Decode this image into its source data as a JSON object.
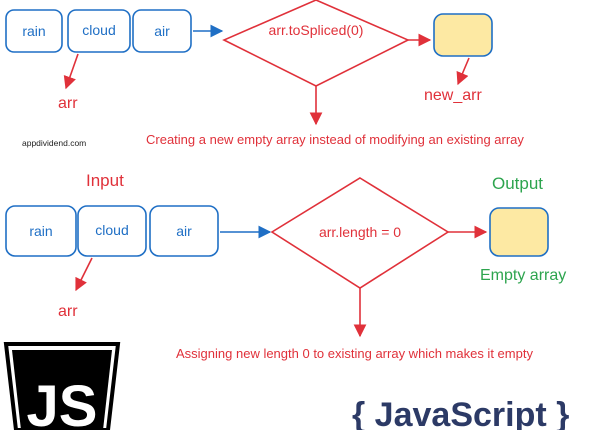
{
  "top_diagram": {
    "input_items": [
      "rain",
      "cloud",
      "air"
    ],
    "input_label": "arr",
    "operation": "arr.toSpliced(0)",
    "output_label": "new_arr",
    "caption": "Creating a new empty array instead of modifying an existing array"
  },
  "watermark": "appdividend.com",
  "bottom_diagram": {
    "heading_input": "Input",
    "heading_output": "Output",
    "input_items": [
      "rain",
      "cloud",
      "air"
    ],
    "input_label": "arr",
    "operation": "arr.length = 0",
    "output_caption": "Empty array",
    "caption": "Assigning new length 0 to existing array which makes it empty"
  },
  "logos": {
    "js_badge": "JS",
    "wordmark": "{ JavaScript }"
  },
  "colors": {
    "box_stroke": "#1f6fc5",
    "arrow_blue": "#1f6fc5",
    "diamond_red": "#e0313a",
    "output_fill": "#fde9a3",
    "output_stroke": "#1f6fc5",
    "green": "#2da44e",
    "navy": "#2c3a66"
  }
}
